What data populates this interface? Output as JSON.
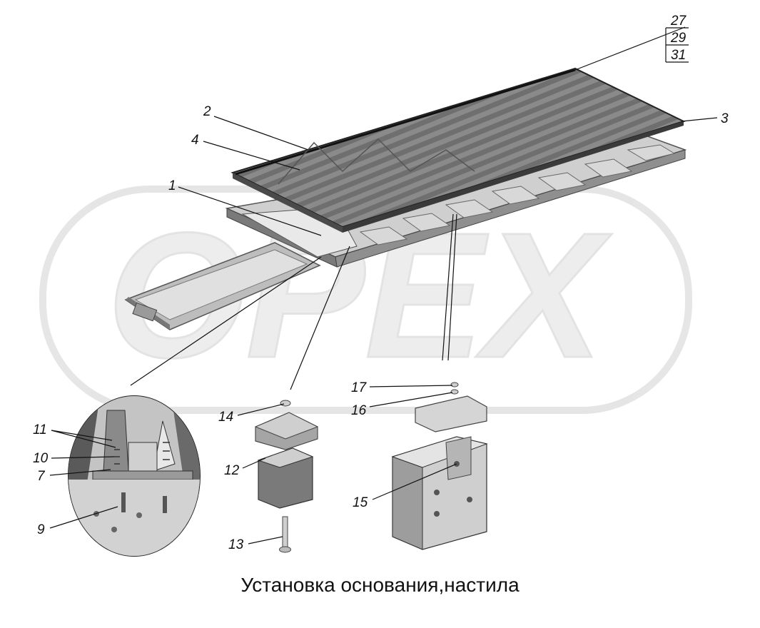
{
  "caption": "Установка основания,настила",
  "watermark": "OPEX",
  "callouts": {
    "c1": "1",
    "c2": "2",
    "c3": "3",
    "c4": "4",
    "c7": "7",
    "c9": "9",
    "c10": "10",
    "c11": "11",
    "c12": "12",
    "c13": "13",
    "c14": "14",
    "c15": "15",
    "c16": "16",
    "c17": "17",
    "c27": "27",
    "c29": "29",
    "c31": "31"
  },
  "colors": {
    "line": "#111111",
    "deck": "#7d7d7d",
    "frame": "#a8a8a8",
    "watermark": "#e6e6e6"
  }
}
